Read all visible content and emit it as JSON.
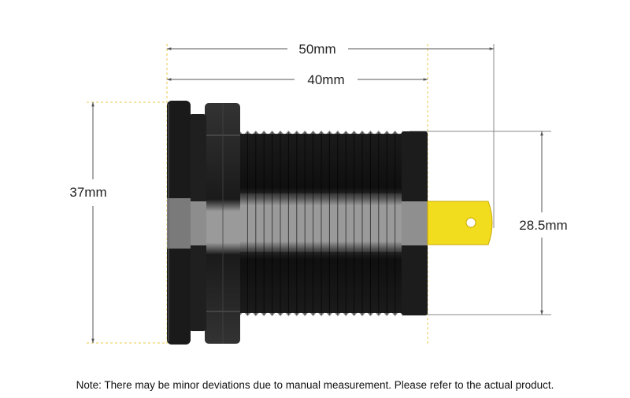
{
  "dimensions": {
    "overall_length": "50mm",
    "body_length": "40mm",
    "flange_diameter": "37mm",
    "body_diameter": "28.5mm"
  },
  "note": "Note: There may be minor deviations due to manual measurement. Please refer to the actual product.",
  "colors": {
    "body": "#1c1c1c",
    "thread_highlight": "#8a8a8a",
    "terminal": "#f2dc1e",
    "dimension_line": "#555555",
    "guide_line": "#e8c84a"
  }
}
